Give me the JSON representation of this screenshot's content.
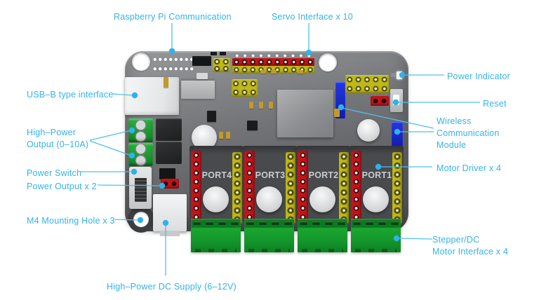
{
  "colors": {
    "accent": "#34b3e8",
    "board_gray": "#6f7174",
    "header_red": "#c2151b",
    "header_yellow": "#beb818",
    "connector_green": "#17a12e",
    "module_blue": "#1526d8"
  },
  "callouts": {
    "raspberry_pi": "Raspberry Pi Communication",
    "servo": "Servo Interface x 10",
    "usb": "USB–B type interface",
    "high_power_output": [
      "High–Power",
      "Output (0–10A)"
    ],
    "power_switch": "Power Switch",
    "power_output": "Power Output x 2",
    "m4": "M4 Mounting Hole x 3",
    "dc_supply": "High–Power DC Supply (6–12V)",
    "power_indicator": "Power Indicator",
    "reset": "Reset",
    "wireless": [
      "Wireless",
      "Communication",
      "Module"
    ],
    "motor_driver": "Motor Driver x 4",
    "stepper": [
      "Stepper/DC",
      "Motor Interface x 4"
    ]
  },
  "board": {
    "ports": [
      "PORT4",
      "PORT3",
      "PORT2",
      "PORT1"
    ]
  }
}
